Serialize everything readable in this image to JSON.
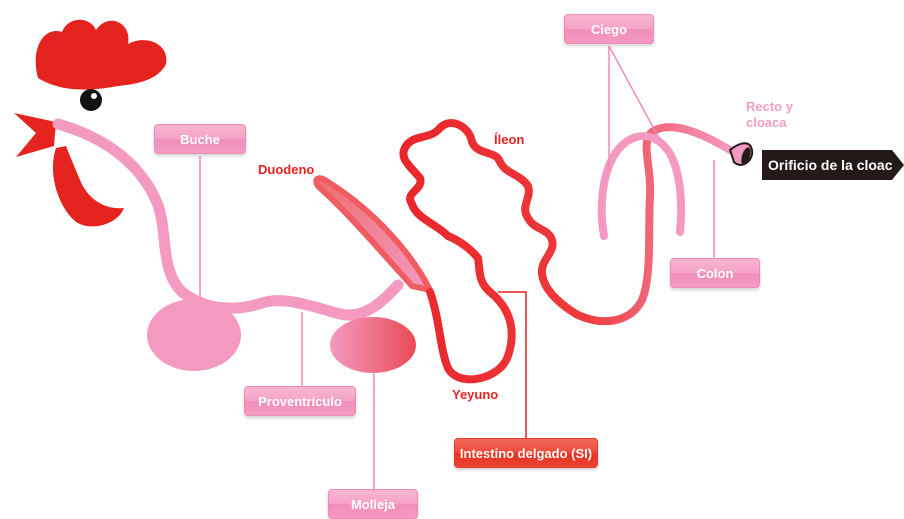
{
  "labels": {
    "buche": "Buche",
    "duodeno": "Duodeno",
    "ileon": "Íleon",
    "ciego": "Ciego",
    "recto": "Recto y\ncloaca",
    "orificio": "Orificio de la cloaca",
    "colon": "Colon",
    "proventriculo": "Proventrículo",
    "molleja": "Molleja",
    "yeyuno": "Yeyuno",
    "intestino": "Intestino delgado (SI)"
  },
  "colors": {
    "pink": "#f49ac1",
    "pink_light": "#f7b6d2",
    "red": "#e52420",
    "dark": "#231a19",
    "leader": "#ef8bb8"
  }
}
